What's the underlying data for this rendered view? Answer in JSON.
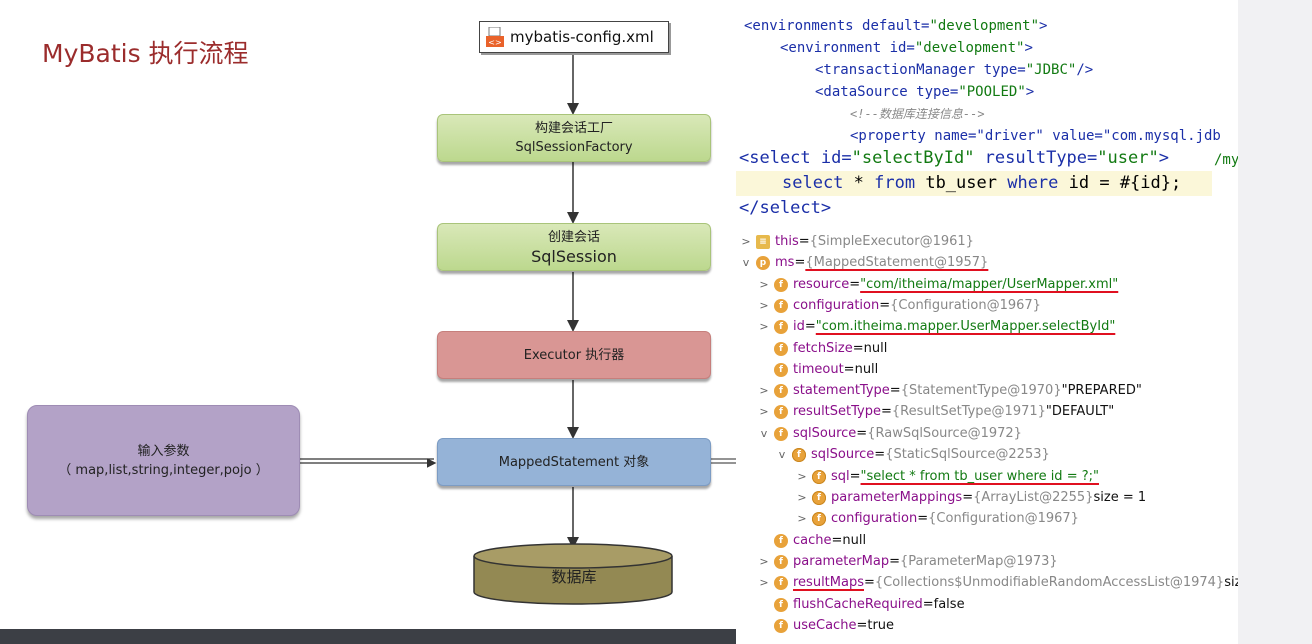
{
  "slide": {
    "title": "MyBatis 执行流程",
    "config_file": "mybatis-config.xml",
    "nodes": {
      "factory_line1": "构建会话工厂",
      "factory_line2": "SqlSessionFactory",
      "session_line1": "创建会话",
      "session_line2": "SqlSession",
      "executor": "Executor 执行器",
      "mapped": "MappedStatement 对象",
      "input_line1": "输入参数",
      "input_line2": "（ map,list,string,integer,pojo ）",
      "database": "数据库"
    },
    "colors": {
      "title": "#9b2c2c",
      "green": "#c3dd9c",
      "red": "#d99694",
      "blue": "#95b3d7",
      "purple": "#b3a2c7",
      "db": "#938953"
    }
  },
  "code": {
    "lines": [
      {
        "t1": "<environments ",
        "a": "default=",
        "v": "\"development\"",
        "t2": ">"
      },
      {
        "t1": "<environment ",
        "a": "id=",
        "v": "\"development\"",
        "t2": ">"
      },
      {
        "t1": "<transactionManager ",
        "a": "type=",
        "v": "\"JDBC\"",
        "t2": "/>"
      },
      {
        "t1": "<dataSource ",
        "a": "type=",
        "v": "\"POOLED\"",
        "t2": ">"
      },
      {
        "comment": "<!--数据库连接信息-->"
      },
      {
        "partial": "<property name=\"driver\" value=\"com.mysql.jdb"
      }
    ],
    "right_fragment": "/my",
    "zoom": {
      "line1_tag": "<select ",
      "line1_attr1": "id=",
      "line1_val1": "\"selectById\"",
      "line1_attr2": " resultType=",
      "line1_val2": "\"user\"",
      "line1_end": ">",
      "line2_kw1": "select ",
      "line2_t1": "* ",
      "line2_kw2": "from ",
      "line2_t2": "tb_user ",
      "line2_kw3": "where ",
      "line2_t3": "id = #{id};",
      "line3": "</select>"
    }
  },
  "debugger": {
    "rows": [
      {
        "name": "this",
        "eq": " = ",
        "val": "{SimpleExecutor@1961}",
        "extra": ""
      },
      {
        "name": "ms",
        "eq": " = ",
        "val": "{MappedStatement@1957}",
        "extra": ""
      },
      {
        "name": "resource",
        "eq": " = ",
        "val": "\"com/itheima/mapper/UserMapper.xml\"",
        "extra": ""
      },
      {
        "name": "configuration",
        "eq": " = ",
        "val": "{Configuration@1967}",
        "extra": ""
      },
      {
        "name": "id",
        "eq": " = ",
        "val": "\"com.itheima.mapper.UserMapper.selectById\"",
        "extra": ""
      },
      {
        "name": "fetchSize",
        "eq": " = ",
        "val": "null",
        "extra": ""
      },
      {
        "name": "timeout",
        "eq": " = ",
        "val": "null",
        "extra": ""
      },
      {
        "name": "statementType",
        "eq": " = ",
        "val": "{StatementType@1970}",
        "extra": " \"PREPARED\""
      },
      {
        "name": "resultSetType",
        "eq": " = ",
        "val": "{ResultSetType@1971}",
        "extra": " \"DEFAULT\""
      },
      {
        "name": "sqlSource",
        "eq": " = ",
        "val": "{RawSqlSource@1972}",
        "extra": ""
      },
      {
        "name": "sqlSource",
        "eq": " = ",
        "val": "{StaticSqlSource@2253}",
        "extra": ""
      },
      {
        "name": "sql",
        "eq": " = ",
        "val": "\"select * from tb_user where id = ?;\"",
        "extra": ""
      },
      {
        "name": "parameterMappings",
        "eq": " = ",
        "val": "{ArrayList@2255}",
        "extra": "  size = 1"
      },
      {
        "name": "configuration",
        "eq": " = ",
        "val": "{Configuration@1967}",
        "extra": ""
      },
      {
        "name": "cache",
        "eq": " = ",
        "val": "null",
        "extra": ""
      },
      {
        "name": "parameterMap",
        "eq": " = ",
        "val": "{ParameterMap@1973}",
        "extra": ""
      },
      {
        "name": "resultMaps",
        "eq": " = ",
        "val": "{Collections$UnmodifiableRandomAccessList@1974}",
        "extra": " size"
      },
      {
        "name": "flushCacheRequired",
        "eq": " = ",
        "val": "false",
        "extra": ""
      },
      {
        "name": "useCache",
        "eq": " = ",
        "val": "true",
        "extra": ""
      }
    ]
  }
}
